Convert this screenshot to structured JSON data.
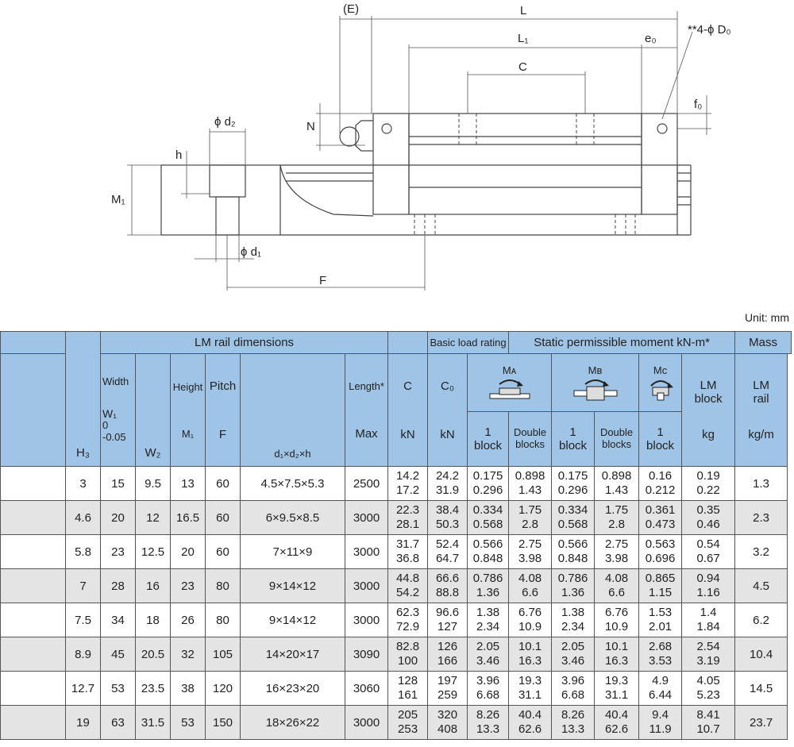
{
  "drawing": {
    "labels": {
      "E": "(E)",
      "L": "L",
      "L1": "L₁",
      "e0": "e₀",
      "D0": "**4-ϕ D₀",
      "C": "C",
      "f0": "f₀",
      "N": "N",
      "d2": "ϕ d₂",
      "h": "h",
      "M1": "M₁",
      "d1": "ϕ d₁",
      "F": "F"
    }
  },
  "unit": "Unit: mm",
  "header": {
    "lm_rail": "LM rail dimensions",
    "basic_load": "Basic load rating",
    "static_moment": "Static permissible moment kN-m*",
    "mass": "Mass",
    "H3": "H₃",
    "width_top": "Width",
    "W1": "W₁",
    "W1_tol_a": "0",
    "W1_tol_b": "-0.05",
    "W2": "W₂",
    "height_top": "Height",
    "M1": "M₁",
    "pitch_top": "Pitch",
    "F": "F",
    "d1d2h": "d₁×d₂×h",
    "length_top": "Length*",
    "max": "Max",
    "C": "C",
    "C0": "C₀",
    "kN1": "kN",
    "kN2": "kN",
    "MA": "Mᴀ",
    "MB": "Mʙ",
    "MC": "Mᴄ",
    "one_block_a": "1 block",
    "double_a": "Double blocks",
    "one_block_b": "1 block",
    "double_b": "Double blocks",
    "one_block_c": "1 block",
    "lm_block": "LM block",
    "lm_rail_mass": "LM rail",
    "kg": "kg",
    "kgm": "kg/m"
  },
  "rows": [
    {
      "H3": "3",
      "W1": "15",
      "W2": "9.5",
      "M1": "13",
      "F": "60",
      "d": "4.5×7.5×5.3",
      "max": "2500",
      "C": [
        "14.2",
        "17.2"
      ],
      "C0": [
        "24.2",
        "31.9"
      ],
      "MA1": [
        "0.175",
        "0.296"
      ],
      "MA2": [
        "0.898",
        "1.43"
      ],
      "MB1": [
        "0.175",
        "0.296"
      ],
      "MB2": [
        "0.898",
        "1.43"
      ],
      "MC1": [
        "0.16",
        "0.212"
      ],
      "blk": [
        "0.19",
        "0.22"
      ],
      "rail": "1.3"
    },
    {
      "H3": "4.6",
      "W1": "20",
      "W2": "12",
      "M1": "16.5",
      "F": "60",
      "d": "6×9.5×8.5",
      "max": "3000",
      "C": [
        "22.3",
        "28.1"
      ],
      "C0": [
        "38.4",
        "50.3"
      ],
      "MA1": [
        "0.334",
        "0.568"
      ],
      "MA2": [
        "1.75",
        "2.8"
      ],
      "MB1": [
        "0.334",
        "0.568"
      ],
      "MB2": [
        "1.75",
        "2.8"
      ],
      "MC1": [
        "0.361",
        "0.473"
      ],
      "blk": [
        "0.35",
        "0.46"
      ],
      "rail": "2.3"
    },
    {
      "H3": "5.8",
      "W1": "23",
      "W2": "12.5",
      "M1": "20",
      "F": "60",
      "d": "7×11×9",
      "max": "3000",
      "C": [
        "31.7",
        "36.8"
      ],
      "C0": [
        "52.4",
        "64.7"
      ],
      "MA1": [
        "0.566",
        "0.848"
      ],
      "MA2": [
        "2.75",
        "3.98"
      ],
      "MB1": [
        "0.566",
        "0.848"
      ],
      "MB2": [
        "2.75",
        "3.98"
      ],
      "MC1": [
        "0.563",
        "0.696"
      ],
      "blk": [
        "0.54",
        "0.67"
      ],
      "rail": "3.2"
    },
    {
      "H3": "7",
      "W1": "28",
      "W2": "16",
      "M1": "23",
      "F": "80",
      "d": "9×14×12",
      "max": "3000",
      "C": [
        "44.8",
        "54.2"
      ],
      "C0": [
        "66.6",
        "88.8"
      ],
      "MA1": [
        "0.786",
        "1.36"
      ],
      "MA2": [
        "4.08",
        "6.6"
      ],
      "MB1": [
        "0.786",
        "1.36"
      ],
      "MB2": [
        "4.08",
        "6.6"
      ],
      "MC1": [
        "0.865",
        "1.15"
      ],
      "blk": [
        "0.94",
        "1.16"
      ],
      "rail": "4.5"
    },
    {
      "H3": "7.5",
      "W1": "34",
      "W2": "18",
      "M1": "26",
      "F": "80",
      "d": "9×14×12",
      "max": "3000",
      "C": [
        "62.3",
        "72.9"
      ],
      "C0": [
        "96.6",
        "127"
      ],
      "MA1": [
        "1.38",
        "2.34"
      ],
      "MA2": [
        "6.76",
        "10.9"
      ],
      "MB1": [
        "1.38",
        "2.34"
      ],
      "MB2": [
        "6.76",
        "10.9"
      ],
      "MC1": [
        "1.53",
        "2.01"
      ],
      "blk": [
        "1.4",
        "1.84"
      ],
      "rail": "6.2"
    },
    {
      "H3": "8.9",
      "W1": "45",
      "W2": "20.5",
      "M1": "32",
      "F": "105",
      "d": "14×20×17",
      "max": "3090",
      "C": [
        "82.8",
        "100"
      ],
      "C0": [
        "126",
        "166"
      ],
      "MA1": [
        "2.05",
        "3.46"
      ],
      "MA2": [
        "10.1",
        "16.3"
      ],
      "MB1": [
        "2.05",
        "3.46"
      ],
      "MB2": [
        "10.1",
        "16.3"
      ],
      "MC1": [
        "2.68",
        "3.53"
      ],
      "blk": [
        "2.54",
        "3.19"
      ],
      "rail": "10.4"
    },
    {
      "H3": "12.7",
      "W1": "53",
      "W2": "23.5",
      "M1": "38",
      "F": "120",
      "d": "16×23×20",
      "max": "3060",
      "C": [
        "128",
        "161"
      ],
      "C0": [
        "197",
        "259"
      ],
      "MA1": [
        "3.96",
        "6.68"
      ],
      "MA2": [
        "19.3",
        "31.1"
      ],
      "MB1": [
        "3.96",
        "6.68"
      ],
      "MB2": [
        "19.3",
        "31.1"
      ],
      "MC1": [
        "4.9",
        "6.44"
      ],
      "blk": [
        "4.05",
        "5.23"
      ],
      "rail": "14.5"
    },
    {
      "H3": "19",
      "W1": "63",
      "W2": "31.5",
      "M1": "53",
      "F": "150",
      "d": "18×26×22",
      "max": "3000",
      "C": [
        "205",
        "253"
      ],
      "C0": [
        "320",
        "408"
      ],
      "MA1": [
        "8.26",
        "13.3"
      ],
      "MA2": [
        "40.4",
        "62.6"
      ],
      "MB1": [
        "8.26",
        "13.3"
      ],
      "MB2": [
        "40.4",
        "62.6"
      ],
      "MC1": [
        "9.4",
        "11.9"
      ],
      "blk": [
        "8.41",
        "10.7"
      ],
      "rail": "23.7"
    }
  ]
}
